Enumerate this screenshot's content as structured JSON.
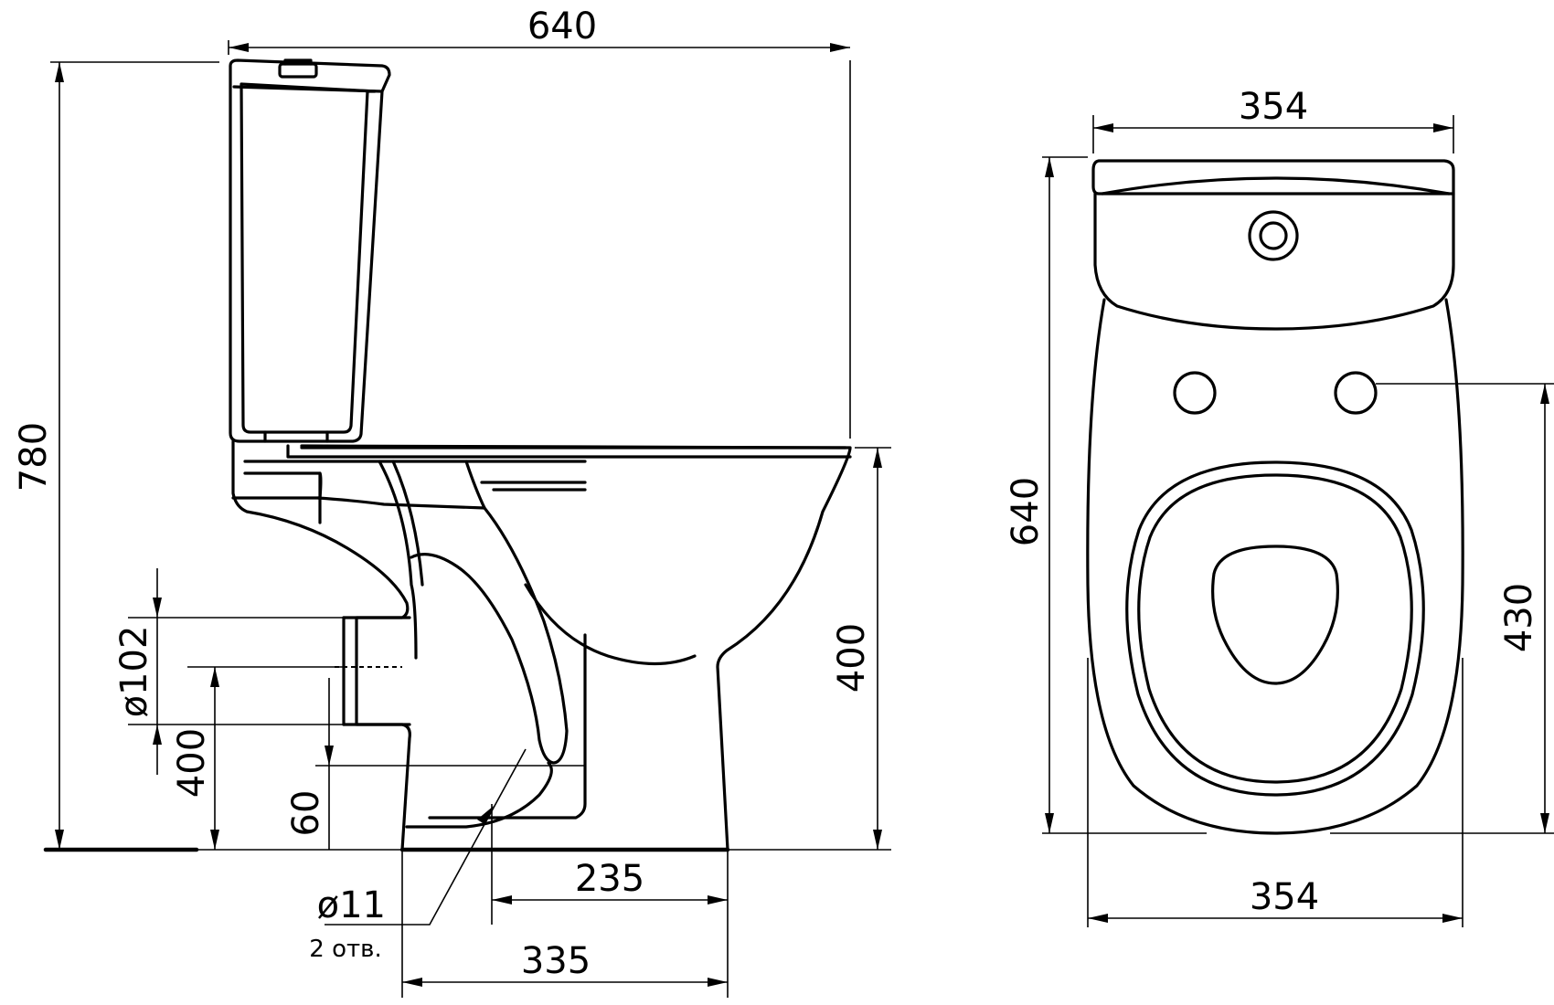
{
  "side_view": {
    "dimensions": {
      "overall_depth": "640",
      "overall_height": "780",
      "outlet_diameter": "ø102",
      "outlet_height": "400",
      "bolt_height": "60",
      "bowl_rim_height": "400",
      "bolt_spacing": "235",
      "foot_length": "335",
      "bolt_hole_diameter": "ø11",
      "bolt_hole_count": "2 отв."
    }
  },
  "top_view": {
    "dimensions": {
      "tank_width": "354",
      "overall_depth": "640",
      "seat_fixing_distance": "430",
      "base_width": "354"
    }
  }
}
